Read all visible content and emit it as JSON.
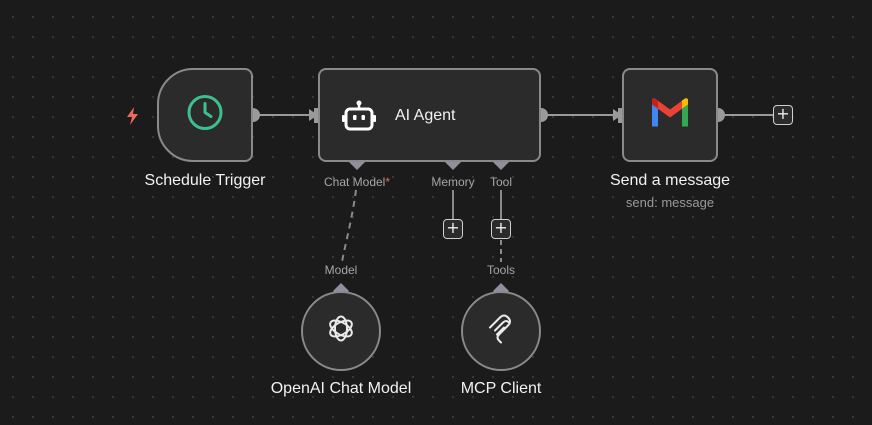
{
  "colors": {
    "canvas_bg": "#1b1b1b",
    "node_bg": "#2b2b2b",
    "node_border": "#8a8a8a",
    "trigger_icon": "#3dbf8f",
    "bolt_icon": "#ef6a5a",
    "required_marker": "#ef6a5a"
  },
  "nodes": {
    "schedule_trigger": {
      "label": "Schedule Trigger",
      "icon": "clock-icon"
    },
    "ai_agent": {
      "label": "AI Agent",
      "icon": "robot-icon",
      "ports": {
        "chat_model": "Chat Model",
        "chat_model_required": "*",
        "memory": "Memory",
        "tool": "Tool"
      }
    },
    "send_message": {
      "label": "Send a message",
      "subtitle": "send: message",
      "icon": "gmail-icon"
    },
    "openai_chat_model": {
      "label": "OpenAI Chat Model",
      "port_label": "Model",
      "icon": "openai-icon"
    },
    "mcp_client": {
      "label": "MCP Client",
      "port_label": "Tools",
      "icon": "mcp-icon"
    }
  },
  "buttons": {
    "add_symbol": "+"
  }
}
